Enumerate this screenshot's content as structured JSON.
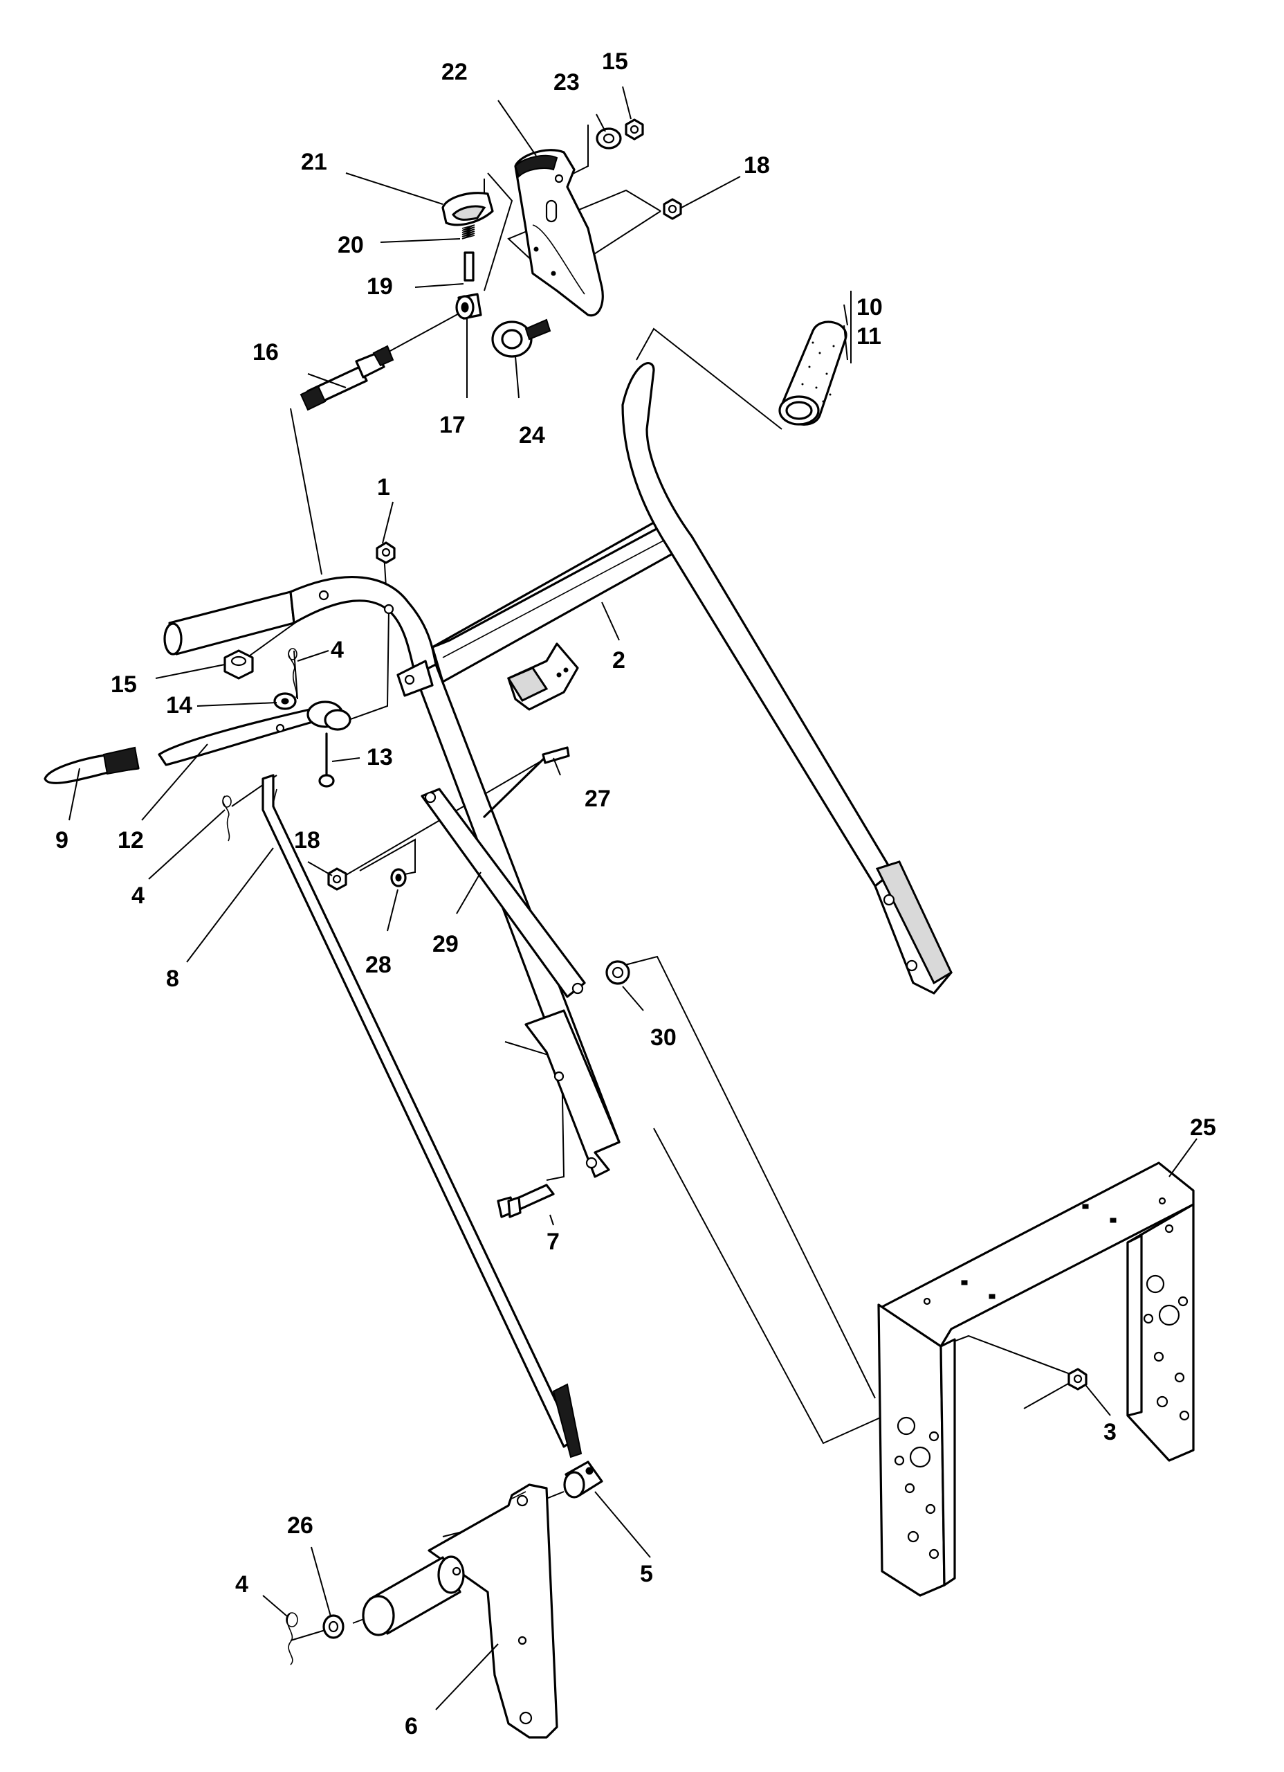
{
  "diagram": {
    "callouts": {
      "c1": "1",
      "c2": "2",
      "c3": "3",
      "c4a": "4",
      "c4b": "4",
      "c4c": "4",
      "c5": "5",
      "c6": "6",
      "c7": "7",
      "c8": "8",
      "c9": "9",
      "c10": "10",
      "c11": "11",
      "c12": "12",
      "c13": "13",
      "c14": "14",
      "c15a": "15",
      "c15b": "15",
      "c16": "16",
      "c17": "17",
      "c18a": "18",
      "c18b": "18",
      "c19": "19",
      "c20": "20",
      "c21": "21",
      "c22": "22",
      "c23": "23",
      "c24": "24",
      "c25": "25",
      "c26": "26",
      "c27": "27",
      "c28": "28",
      "c29": "29",
      "c30": "30"
    }
  }
}
